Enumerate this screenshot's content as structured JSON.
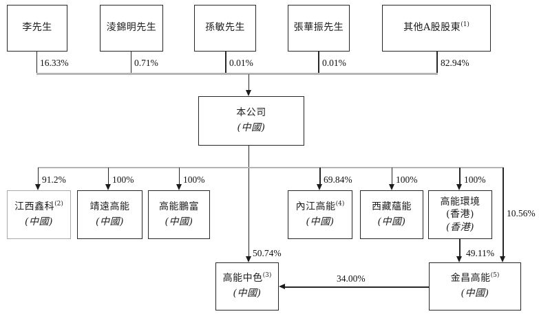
{
  "colors": {
    "line": "#262626",
    "bus_line": "#b4b4b4",
    "muted_box_border": "#a8a8a8",
    "text": "#1c1c1c"
  },
  "top_shareholders": [
    {
      "name": "李先生",
      "pct": "16.33%"
    },
    {
      "name": "淩錦明先生",
      "pct": "0.71%"
    },
    {
      "name": "孫敏先生",
      "pct": "0.01%"
    },
    {
      "name": "張華振先生",
      "pct": "0.01%"
    },
    {
      "name": "其他A股股東",
      "sup": "(1)",
      "pct": "82.94%"
    }
  ],
  "company": {
    "name": "本公司",
    "location": "(中國)"
  },
  "subsidiaries": [
    {
      "name": "江西鑫科",
      "sup": "(2)",
      "location": "(中國)",
      "pct": "91.2%"
    },
    {
      "name": "靖遠高能",
      "location": "(中國)",
      "pct": "100%"
    },
    {
      "name": "高能鵬富",
      "location": "(中國)",
      "pct": "100%"
    },
    {
      "name": "內江高能",
      "sup": "(4)",
      "location": "(中國)",
      "pct": "69.84%"
    },
    {
      "name": "西藏蘊能",
      "location": "(中國)",
      "pct": "100%"
    },
    {
      "name": "高能環境",
      "name_line2": "(香港)",
      "location": "(香港)",
      "pct": "100%"
    }
  ],
  "bottom": {
    "gaoneng_zhongse": {
      "name": "高能中色",
      "sup": "(3)",
      "location": "(中國)",
      "pct_from_company": "50.74%"
    },
    "jinchang": {
      "name": "金昌高能",
      "sup": "(5)",
      "location": "(中國)",
      "pct_from_hk": "49.11%",
      "pct_direct": "10.56%",
      "pct_to_zhongse": "34.00%"
    }
  }
}
